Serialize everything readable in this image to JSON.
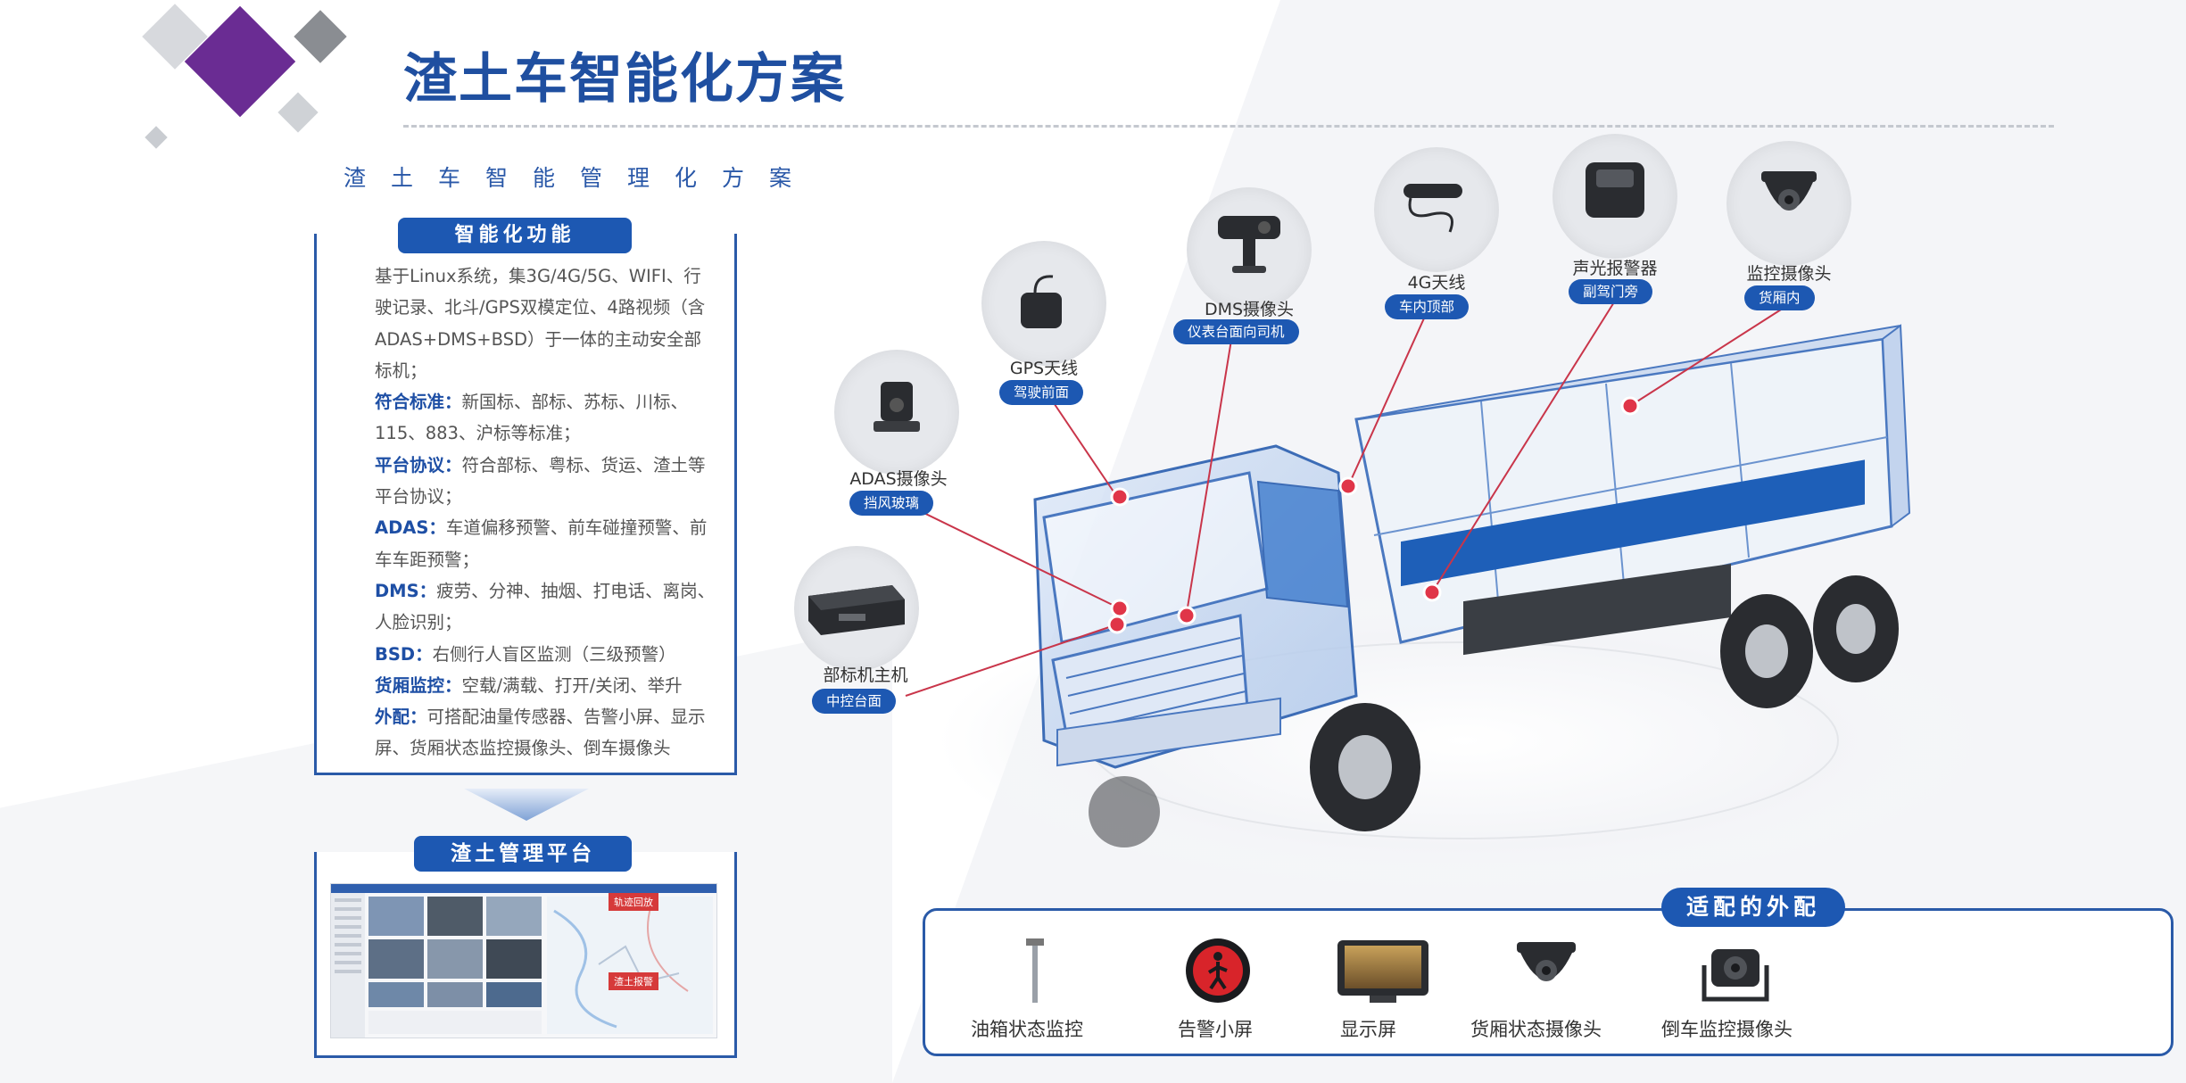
{
  "header": {
    "title": "渣土车智能化方案",
    "subtitle": "渣土车智能管理化方案"
  },
  "features": {
    "heading": "智能化功能",
    "intro": "基于Linux系统，集3G/4G/5G、WIFI、行驶记录、北斗/GPS双模定位、4路视频（含ADAS+DMS+BSD）于一体的主动安全部标机；",
    "items": [
      {
        "label": "符合标准：",
        "text": "新国标、部标、苏标、川标、115、883、沪标等标准；"
      },
      {
        "label": "平台协议：",
        "text": "符合部标、粤标、货运、渣土等平台协议；"
      },
      {
        "label": "ADAS：",
        "text": "车道偏移预警、前车碰撞预警、前车车距预警；"
      },
      {
        "label": "DMS：",
        "text": "疲劳、分神、抽烟、打电话、离岗、人脸识别；"
      },
      {
        "label": "BSD：",
        "text": "右侧行人盲区监测（三级预警）"
      },
      {
        "label": "货厢监控：",
        "text": "空载/满载、打开/关闭、举升"
      },
      {
        "label": "外配：",
        "text": "可搭配油量传感器、告警小屏、显示屏、货厢状态监控摄像头、倒车摄像头"
      }
    ]
  },
  "platform": {
    "heading": "渣土管理平台",
    "screenshot_tags": [
      "轨迹回放",
      "渣土报警"
    ]
  },
  "devices": [
    {
      "name": "ADAS摄像头",
      "location": "挡风玻璃",
      "icon": "adas-camera-icon"
    },
    {
      "name": "GPS天线",
      "location": "驾驶前面",
      "icon": "gps-antenna-icon"
    },
    {
      "name": "DMS摄像头",
      "location": "仪表台面向司机",
      "icon": "dms-camera-icon"
    },
    {
      "name": "4G天线",
      "location": "车内顶部",
      "icon": "4g-antenna-icon"
    },
    {
      "name": "声光报警器",
      "location": "副驾门旁",
      "icon": "alarm-icon"
    },
    {
      "name": "监控摄像头",
      "location": "货厢内",
      "icon": "dome-camera-icon"
    },
    {
      "name": "部标机主机",
      "location": "中控台面",
      "icon": "host-unit-icon"
    }
  ],
  "accessories": {
    "heading": "适配的外配",
    "items": [
      {
        "label": "油箱状态监控",
        "icon": "fuel-sensor-icon"
      },
      {
        "label": "告警小屏",
        "icon": "alarm-screen-icon"
      },
      {
        "label": "显示屏",
        "icon": "monitor-icon"
      },
      {
        "label": "货厢状态摄像头",
        "icon": "cargo-camera-icon"
      },
      {
        "label": "倒车监控摄像头",
        "icon": "reverse-camera-icon"
      }
    ]
  },
  "colors": {
    "brand": "#1f4fa0",
    "accent_purple": "#6a2c93",
    "marker_red": "#e03548"
  }
}
